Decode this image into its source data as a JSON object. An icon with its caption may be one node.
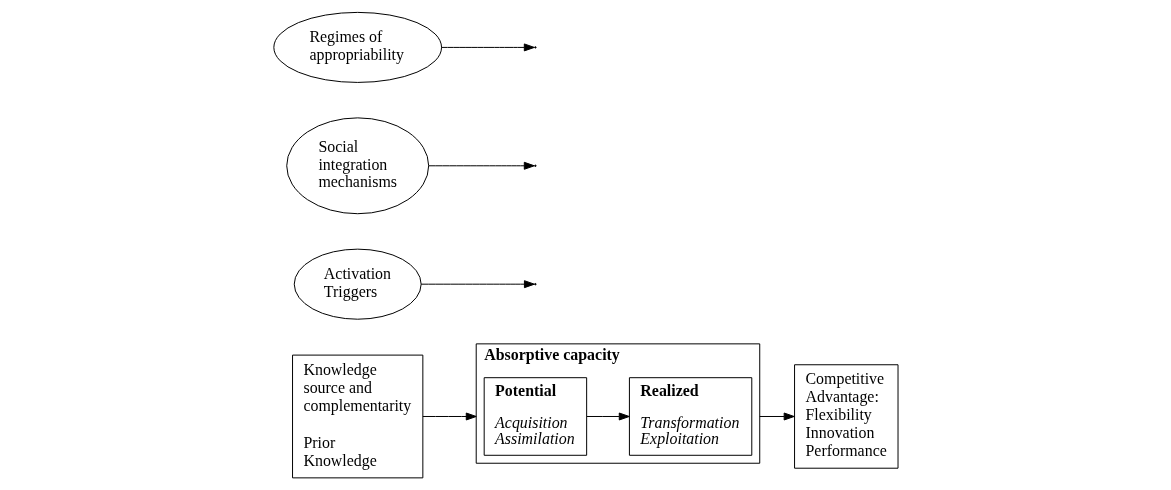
{
  "diagram": {
    "nodes": [
      {
        "text": [
          "Knowledge source and complementarity",
          "Prior Knowledge"
        ]
      },
      {
        "text": [
          "Absorptive capacity"
        ]
      },
      {
        "text": [
          "Potential",
          "Acquisition Assimilation"
        ],
        "in": 1
      },
      {
        "text": [
          "Realized",
          "Transformation Exploitation"
        ],
        "in": 1
      },
      {
        "text": [
          "Competitive Advantage: Flexibility Innovation Performance"
        ]
      },
      {
        "text": [
          "Activation Triggers"
        ]
      },
      {
        "text": [
          "Social integration mechanisms"
        ]
      },
      {
        "text": [
          "Regimes of appropriability"
        ]
      }
    ],
    "edges": [
      {
        "from": 0,
        "to": 1,
        "arrow": "to"
      },
      {
        "from": 2,
        "to": 3,
        "arrow": "to"
      },
      {
        "from": 1,
        "to": 4,
        "arrow": "to"
      },
      {
        "from": 5,
        "to": null,
        "arrow": "to"
      },
      {
        "from": 6,
        "to": null,
        "arrow": "to"
      },
      {
        "from": 7,
        "to": null,
        "arrow": "to"
      }
    ]
  }
}
